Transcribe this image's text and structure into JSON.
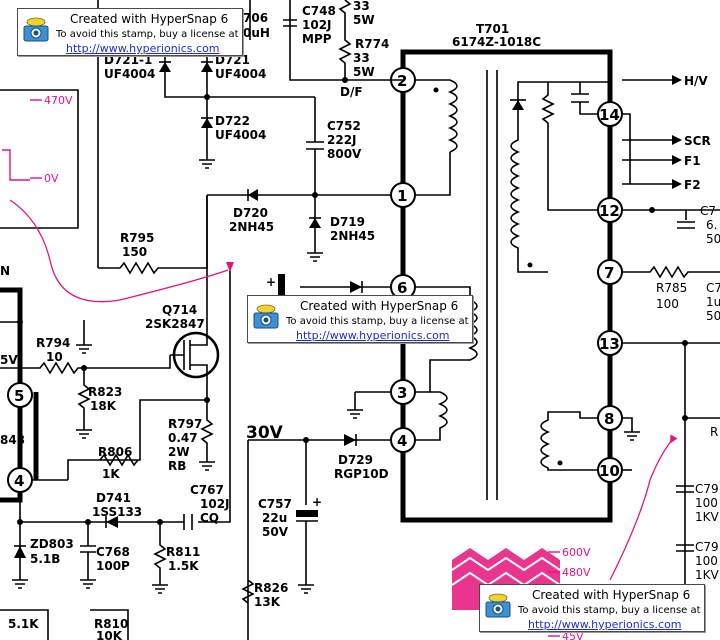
{
  "stamp": {
    "title": "Created with HyperSnap 6",
    "subtitle": "To avoid this stamp, buy a license at",
    "url": "http://www.hyperionics.com"
  },
  "transformer": {
    "ref": "T701",
    "part": "6174Z-1018C"
  },
  "pins": [
    "2",
    "1",
    "6",
    "3",
    "4",
    "14",
    "12",
    "7",
    "13",
    "8",
    "10"
  ],
  "components": {
    "d721a": {
      "ref": "D721-1",
      "part": "UF4004"
    },
    "d721b": {
      "ref": "D721",
      "part": "UF4004"
    },
    "d722": {
      "ref": "D722",
      "part": "UF4004"
    },
    "c748": {
      "ref": "C748",
      "value1": "102J",
      "value2": "MPP"
    },
    "r774": {
      "ref": "R774",
      "v1": "33",
      "v2": "5W"
    },
    "r774_top": {
      "v1": "33",
      "v2": "5W"
    },
    "c752": {
      "ref": "C752",
      "value": "222J",
      "voltage": "800V"
    },
    "d720": {
      "ref": "D720",
      "part": "2NH45"
    },
    "d719": {
      "ref": "D719",
      "part": "2NH45"
    },
    "r795": {
      "ref": "R795",
      "value": "150"
    },
    "q714": {
      "ref": "Q714",
      "part": "2SK2847"
    },
    "r794": {
      "ref": "R794",
      "value": "10"
    },
    "r823": {
      "ref": "R823",
      "value": "18K"
    },
    "r797": {
      "ref": "R797",
      "v1": "0.47",
      "v2": "2W",
      "v3": "RB"
    },
    "r806": {
      "ref": "R806",
      "value": "1K"
    },
    "c767": {
      "ref": "C767",
      "value": "102J",
      "type": "CQ"
    },
    "d741": {
      "ref": "D741",
      "part": "1SS133"
    },
    "zd803": {
      "ref": "ZD803",
      "value": "5.1B"
    },
    "c768": {
      "ref": "C768",
      "value": "100P"
    },
    "r811": {
      "ref": "R811",
      "value": "1.5K"
    },
    "d729": {
      "ref": "D729",
      "part": "RGP10D"
    },
    "c757": {
      "ref": "C757",
      "value": "22u",
      "voltage": "50V"
    },
    "r826": {
      "ref": "R826",
      "value": "13K"
    },
    "r785": {
      "ref": "R785",
      "value": "100"
    },
    "r810": {
      "ref": "R810",
      "value": "10K"
    }
  },
  "outputs": {
    "hv": "H/V",
    "scr": "SCR",
    "f1": "F1",
    "f2": "F2",
    "df": "D/F"
  },
  "labels": {
    "v30": "30V",
    "l706": "706",
    "l0uh": "0uH",
    "ic843": "843",
    "pin5": "5",
    "pin4": "4",
    "v5": "5V",
    "n": "N",
    "v51": "5.1K",
    "c7_1": "C7",
    "c7_2": "6.",
    "c7_3": "50",
    "c7b_1": "C7",
    "c7b_2": "1u",
    "c7b_3": "50",
    "c79a_1": "C79",
    "c79a_2": "100",
    "c79a_3": "1KV",
    "c79b_1": "C79",
    "c79b_2": "100",
    "c79b_3": "1KV",
    "r_right": "R",
    "plus": "+"
  },
  "waveform": {
    "left_high": "470V",
    "left_low": "0V",
    "right_high": "600V",
    "right_mid": "480V",
    "right_low": "45V"
  },
  "colors": {
    "annotation": "#e5127a",
    "stamp_link": "#1d2bd6"
  }
}
